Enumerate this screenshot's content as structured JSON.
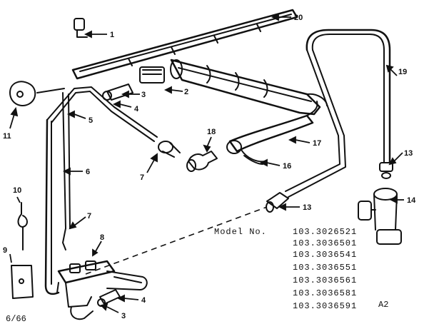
{
  "model_label": "Model No.",
  "model_numbers": [
    "103.3026521",
    "103.3036501",
    "103.3036541",
    "103.3036551",
    "103.3036561",
    "103.3036581",
    "103.3036591"
  ],
  "revision": "A2",
  "date_code": "6/66",
  "callouts": {
    "c1": "1",
    "c2": "2",
    "c3a": "3",
    "c3b": "3",
    "c4a": "4",
    "c4b": "4",
    "c5": "5",
    "c6": "6",
    "c7a": "7",
    "c7b": "7",
    "c8": "8",
    "c9": "9",
    "c10": "10",
    "c11": "11",
    "c13a": "13",
    "c13b": "13",
    "c14": "14",
    "c16": "16",
    "c17": "17",
    "c18": "18",
    "c19": "19",
    "c20": "20"
  }
}
